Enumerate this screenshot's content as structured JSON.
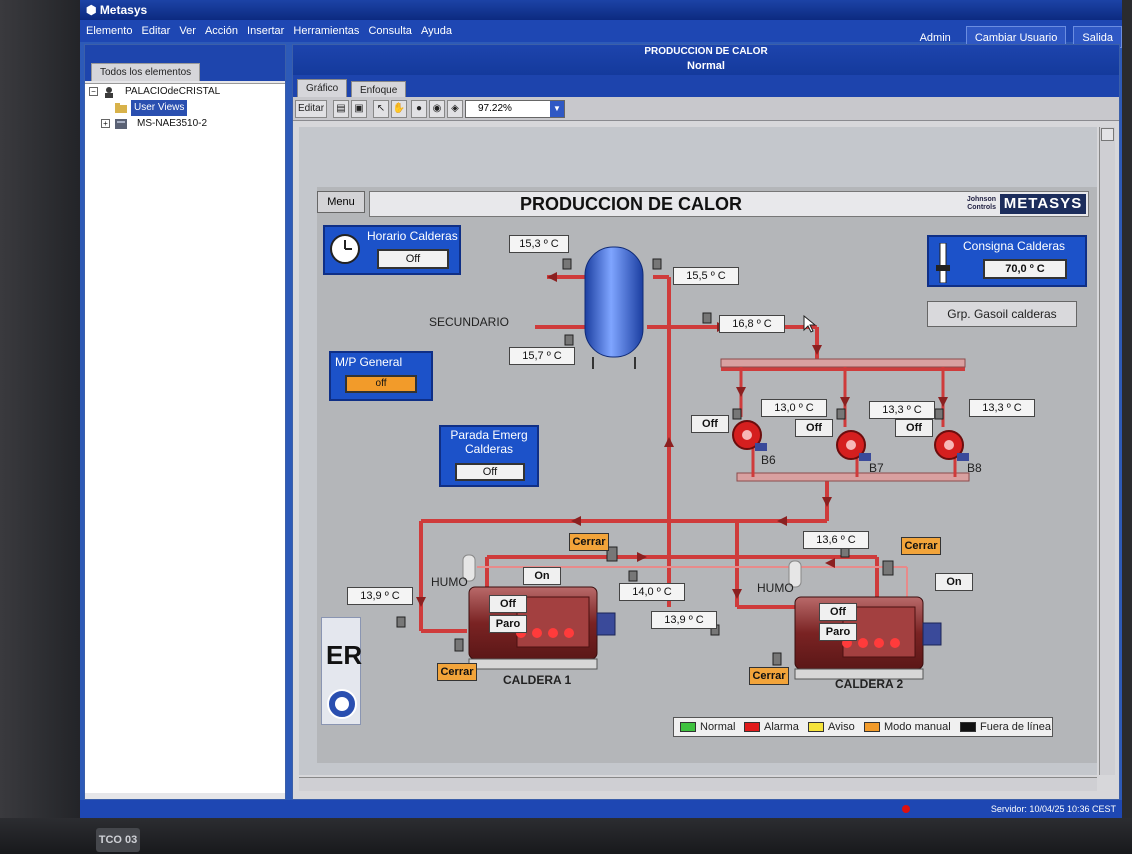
{
  "window": {
    "app_title": "Metasys",
    "menu": [
      "Elemento",
      "Editar",
      "Ver",
      "Acción",
      "Insertar",
      "Herramientas",
      "Consulta",
      "Ayuda"
    ],
    "user": "Admin",
    "change_user_label": "Cambiar Usuario",
    "exit_label": "Salida"
  },
  "left_panel": {
    "tab_label": "Todos los elementos",
    "tree": [
      {
        "label": "PALACIOdeCRISTAL"
      },
      {
        "label": "User Views"
      },
      {
        "label": "MS-NAE3510-2"
      }
    ]
  },
  "right_panel": {
    "title": "PRODUCCION DE CALOR",
    "status": "Normal",
    "tabs": [
      "Gráfico",
      "Enfoque"
    ],
    "edit_label": "Editar",
    "zoom": "97.22%"
  },
  "graphic": {
    "menu_label": "Menu",
    "title": "PRODUCCION DE CALOR",
    "jc_logo_line1": "Johnson",
    "jc_logo_line2": "Controls",
    "metasys_logo": "METASYS",
    "horario_title": "Horario Calderas",
    "horario_value": "Off",
    "consigna_title": "Consigna Calderas",
    "consigna_value": "70,0 º C",
    "grp_gasoil_label": "Grp. Gasoil calderas",
    "mp_general_title": "M/P General",
    "mp_general_value": "off",
    "parada_title_1": "Parada Emerg",
    "parada_title_2": "Calderas",
    "parada_value": "Off",
    "secundario_label": "SECUNDARIO",
    "temps": {
      "t_tank_left": "15,3 º C",
      "t_tank_right": "15,5 º C",
      "t_supply": "16,8 º C",
      "t_return": "15,7 º C",
      "t_b6": "13,0 º C",
      "t_b7": "13,3 º C",
      "t_b8": "13,3 º C",
      "t_c2_top": "13,6 º C",
      "t_mid": "14,0 º C",
      "t_c1_left": "13,9 º C",
      "t_c2_left": "13,9 º C"
    },
    "pumps": [
      {
        "name": "B6",
        "state": "Off"
      },
      {
        "name": "B7",
        "state": "Off"
      },
      {
        "name": "B8",
        "state": "Off"
      }
    ],
    "caldera1": {
      "name": "CALDERA 1",
      "state": "Off",
      "mode": "Paro",
      "valve_top": "Cerrar",
      "valve_bottom": "Cerrar",
      "burner": "On",
      "humo": "HUMO"
    },
    "caldera2": {
      "name": "CALDERA 2",
      "state": "Off",
      "mode": "Paro",
      "valve_top": "Cerrar",
      "valve_bottom": "Cerrar",
      "burner": "On",
      "humo": "HUMO"
    },
    "legend": [
      {
        "label": "Normal",
        "color": "#3fc23f"
      },
      {
        "label": "Alarma",
        "color": "#e01b1b"
      },
      {
        "label": "Aviso",
        "color": "#f5e33b"
      },
      {
        "label": "Modo manual",
        "color": "#f29b2a"
      },
      {
        "label": "Fuera de línea",
        "color": "#111111"
      }
    ],
    "cert": {
      "mark": "ER"
    }
  },
  "statusbar": {
    "server": "Servidor: 10/04/25 10:36 CEST"
  },
  "monitor": {
    "badge": "TCO 03"
  },
  "colors": {
    "pipe": "#d33a3a",
    "pipe_light": "#e88a8a",
    "panel_blue": "#1c52c9",
    "window_blue": "#1e47b3"
  }
}
